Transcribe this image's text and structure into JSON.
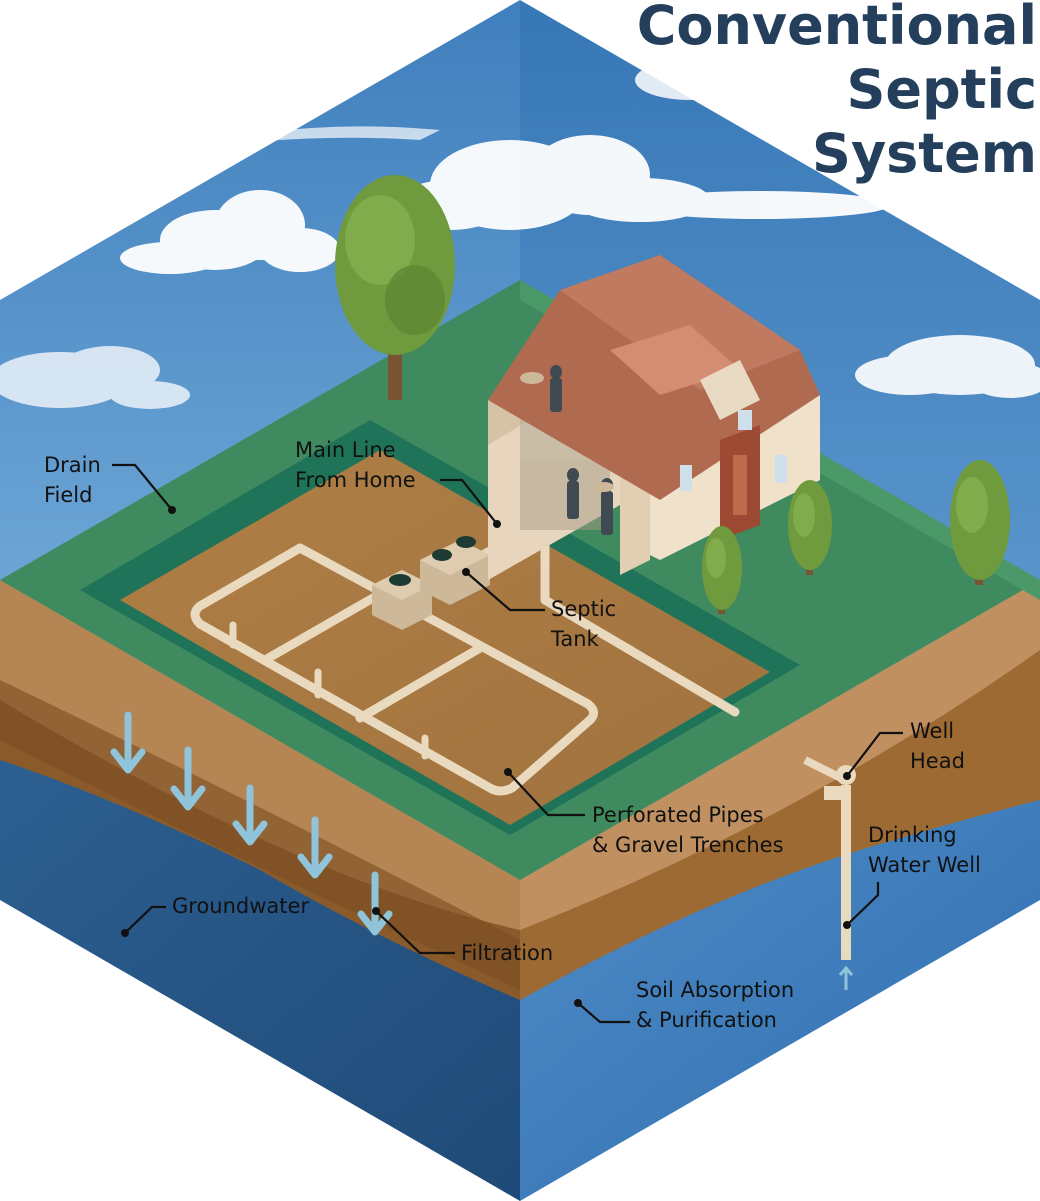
{
  "title": {
    "line1": "Conventional",
    "line2": "Septic",
    "line3": "System"
  },
  "labels": {
    "drain_field": {
      "line1": "Drain",
      "line2": "Field"
    },
    "main_line": {
      "line1": "Main Line",
      "line2": "From Home"
    },
    "septic_tank": {
      "line1": "Septic",
      "line2": "Tank"
    },
    "perforated_pipes": {
      "line1": "Perforated Pipes",
      "line2": "& Gravel Trenches"
    },
    "well_head": {
      "line1": "Well",
      "line2": "Head"
    },
    "drinking_water_well": {
      "line1": "Drinking",
      "line2": "Water Well"
    },
    "groundwater": {
      "line1": "Groundwater"
    },
    "filtration": {
      "line1": "Filtration"
    },
    "soil_absorption": {
      "line1": "Soil Absorption",
      "line2": "& Purification"
    }
  },
  "colors": {
    "title": "#233f5c",
    "sky": "#4d8ac4",
    "grass": "#3f8a5e",
    "drain_pit": "#1f7358",
    "soil": "#a87a45",
    "groundwater": "#3a6fa8",
    "pipe": "#e8d9bf",
    "roof": "#b06a50",
    "house_wall": "#ecdcc4",
    "tree": "#6f9a3e",
    "cloud": "#ffffff",
    "arrow": "#8fc4da"
  }
}
